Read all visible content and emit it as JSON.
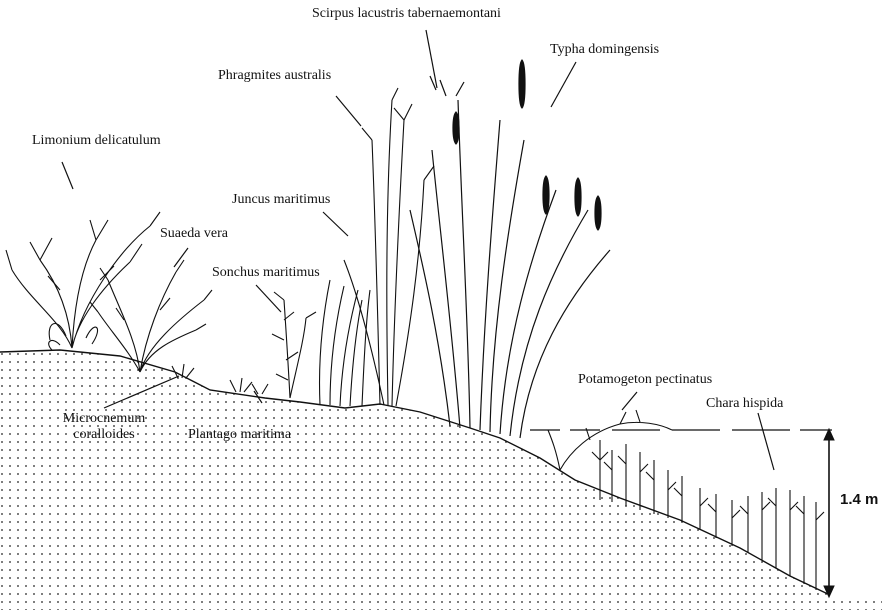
{
  "labels": {
    "scirpus": "Scirpus lacustris tabernaemontani",
    "typha": "Typha domingensis",
    "phragmites": "Phragmites australis",
    "limonium": "Limonium delicatulum",
    "juncus": "Juncus maritimus",
    "suaeda": "Suaeda vera",
    "sonchus": "Sonchus maritimus",
    "potamogeton": "Potamogeton pectinatus",
    "chara": "Chara hispida",
    "microcnemum_1": "Microcnemum",
    "microcnemum_2": "coralloides",
    "plantago": "Plantago maritima"
  },
  "depth_label": "1.4 m",
  "colors": {
    "ink": "#111111",
    "background": "#ffffff"
  }
}
